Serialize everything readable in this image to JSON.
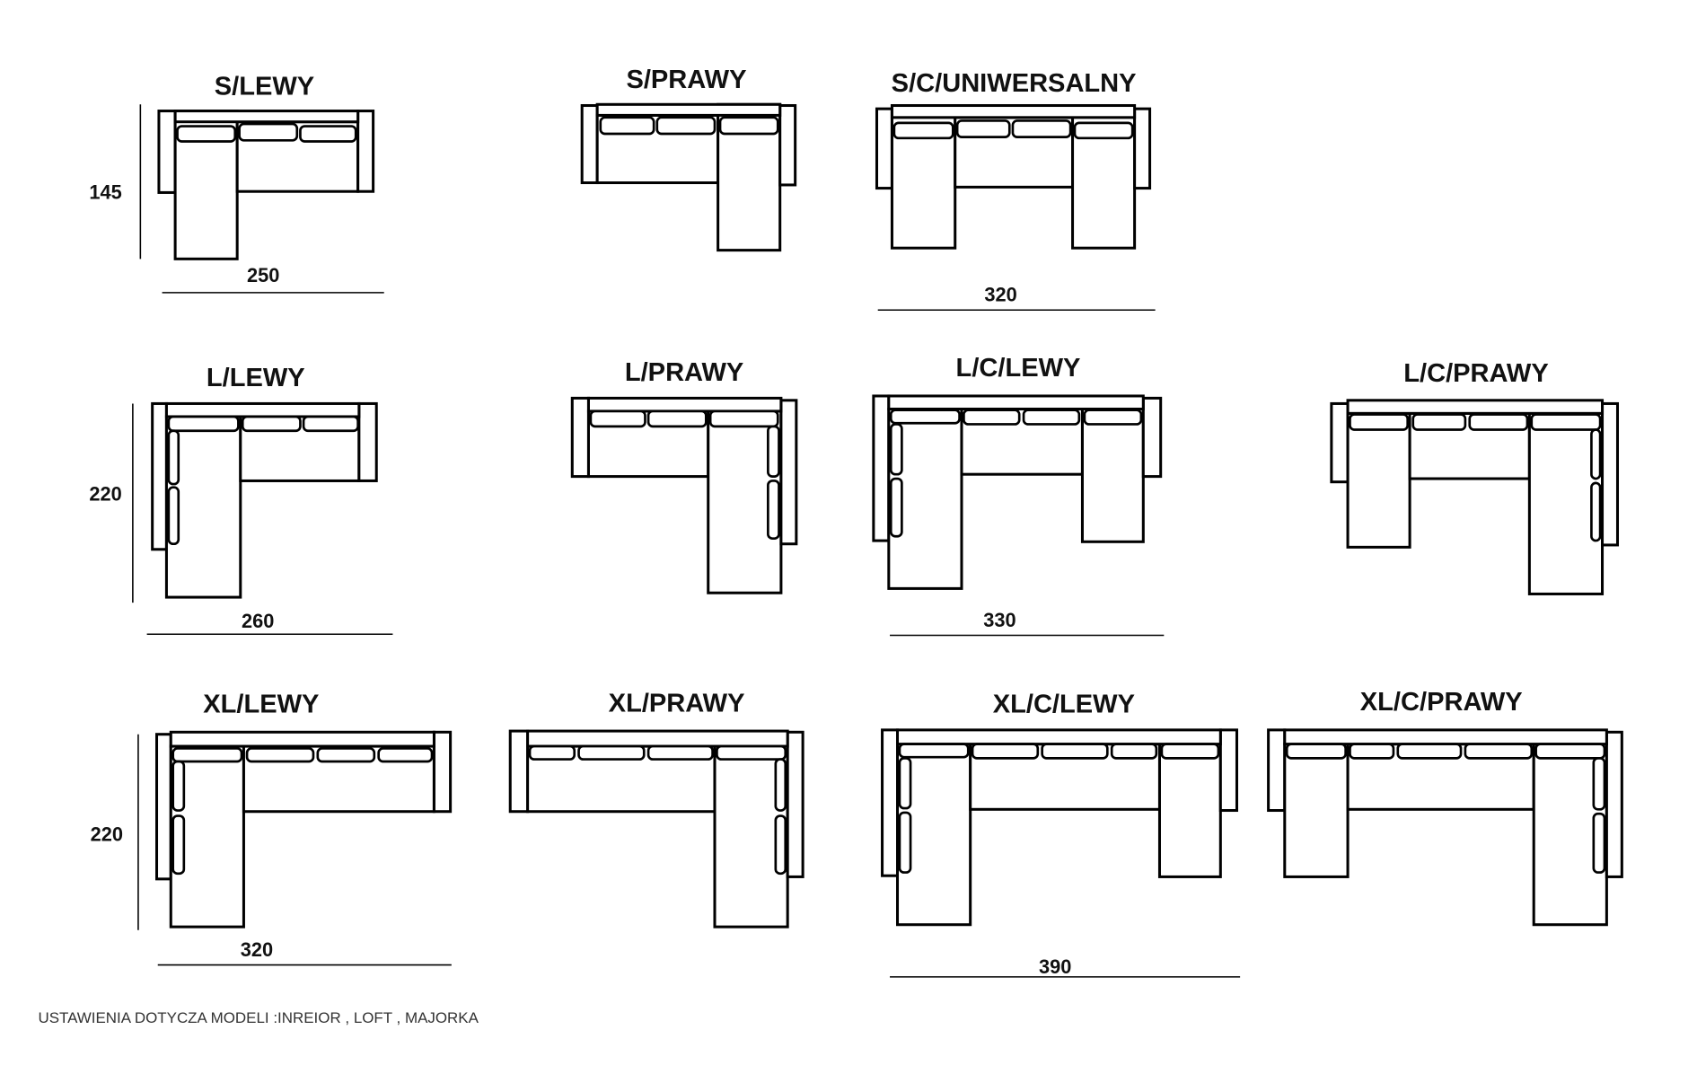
{
  "diagram": {
    "layouts": [
      {
        "title": "S/LEWY"
      },
      {
        "title": "S/PRAWY"
      },
      {
        "title": "S/C/UNIWERSALNY"
      },
      {
        "title": "L/LEWY"
      },
      {
        "title": "L/PRAWY"
      },
      {
        "title": "L/C/LEWY"
      },
      {
        "title": "L/C/PRAWY"
      },
      {
        "title": "XL/LEWY"
      },
      {
        "title": "XL/PRAWY"
      },
      {
        "title": "XL/C/LEWY"
      },
      {
        "title": "XL/C/PRAWY"
      }
    ],
    "dimensions": {
      "row_s_depth": "145",
      "s_lewy_width": "250",
      "s_c_width": "320",
      "row_l_depth": "220",
      "l_lewy_width": "260",
      "l_c_width": "330",
      "row_xl_depth": "220",
      "xl_lewy_width": "320",
      "xl_c_width": "390"
    },
    "footer_note": "USTAWIENIA DOTYCZA MODELI :INREIOR , LOFT , MAJORKA"
  }
}
